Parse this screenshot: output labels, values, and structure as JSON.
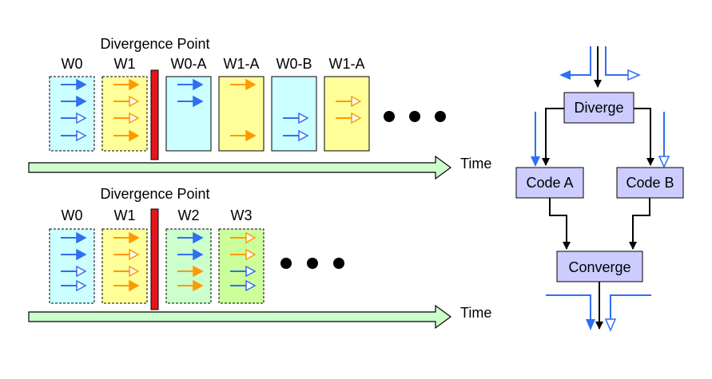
{
  "top_panel": {
    "title": "Divergence Point",
    "labels": [
      "W0",
      "W1",
      "W0-A",
      "W1-A",
      "W0-B",
      "W1-A"
    ],
    "time_label": "Time",
    "boxes": [
      {
        "fill": "cyan_light",
        "border": "dashed",
        "arrows": [
          "blue-solid",
          "blue-solid",
          "blue-hollow",
          "blue-hollow"
        ]
      },
      {
        "fill": "yellow",
        "border": "dashed",
        "arrows": [
          "orange-solid",
          "orange-hollow",
          "orange-hollow",
          "orange-solid"
        ]
      },
      {
        "fill": "cyan",
        "border": "solid",
        "arrows": [
          "blue-solid",
          "blue-solid",
          "none",
          "none"
        ]
      },
      {
        "fill": "yellow",
        "border": "solid",
        "arrows": [
          "orange-solid",
          "none",
          "none",
          "orange-solid"
        ]
      },
      {
        "fill": "cyan",
        "border": "solid",
        "arrows": [
          "none",
          "none",
          "blue-hollow",
          "blue-hollow"
        ]
      },
      {
        "fill": "yellow",
        "border": "solid",
        "arrows": [
          "none",
          "orange-hollow",
          "orange-hollow",
          "none"
        ]
      }
    ]
  },
  "bottom_panel": {
    "title": "Divergence Point",
    "labels": [
      "W0",
      "W1",
      "W2",
      "W3"
    ],
    "time_label": "Time",
    "boxes": [
      {
        "fill": "cyan_light",
        "border": "dashed",
        "arrows": [
          "blue-solid",
          "blue-solid",
          "blue-hollow",
          "blue-hollow"
        ]
      },
      {
        "fill": "yellow",
        "border": "dashed",
        "arrows": [
          "orange-solid",
          "orange-hollow",
          "orange-hollow",
          "orange-solid"
        ]
      },
      {
        "fill": "green_light",
        "border": "dashed",
        "arrows": [
          "blue-solid",
          "blue-solid",
          "orange-solid",
          "orange-solid"
        ]
      },
      {
        "fill": "green",
        "border": "dashed",
        "arrows": [
          "orange-hollow",
          "orange-hollow",
          "blue-hollow",
          "blue-hollow"
        ]
      }
    ]
  },
  "flow": {
    "diverge": "Diverge",
    "code_a": "Code A",
    "code_b": "Code B",
    "converge": "Converge"
  },
  "colors": {
    "blue": "#2f6ff0",
    "orange": "#ff9900",
    "red": "#e8141c",
    "cyan": "#ccffff",
    "cyan_light": "#ccffff",
    "yellow": "#ffff99",
    "green_light": "#ccffcc",
    "green": "#ccff99",
    "time_arrow": "#ccffcc",
    "node_fill": "#ccccff"
  }
}
